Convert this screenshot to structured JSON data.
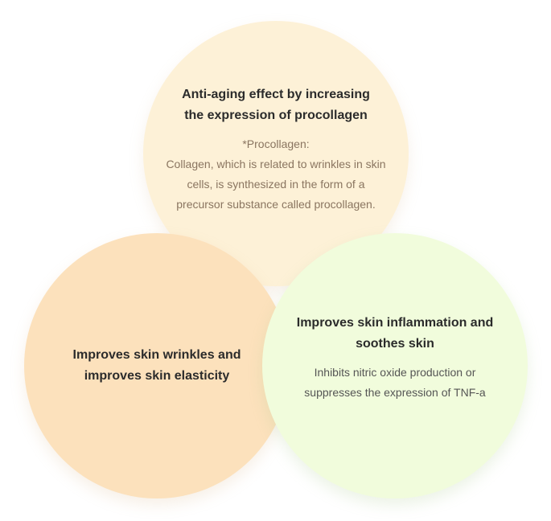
{
  "circles": {
    "top": {
      "title_line1": "Anti-aging effect by increasing",
      "title_line2": "the expression of procollagen",
      "desc_line1": "*Procollagen:",
      "desc_line2": "Collagen, which is related to wrinkles in skin",
      "desc_line3": "cells, is synthesized in the form of a",
      "desc_line4": "precursor substance called procollagen.",
      "color": "#fdf1d7"
    },
    "left": {
      "title_line1": "Improves skin wrinkles and",
      "title_line2": "improves skin elasticity",
      "color": "#fce1bc"
    },
    "right": {
      "title_line1": "Improves skin inflammation and",
      "title_line2": "soothes skin",
      "desc_line1": "Inhibits nitric oxide production or",
      "desc_line2": "suppresses the expression of TNF-a",
      "color": "#f1fcdc"
    }
  }
}
